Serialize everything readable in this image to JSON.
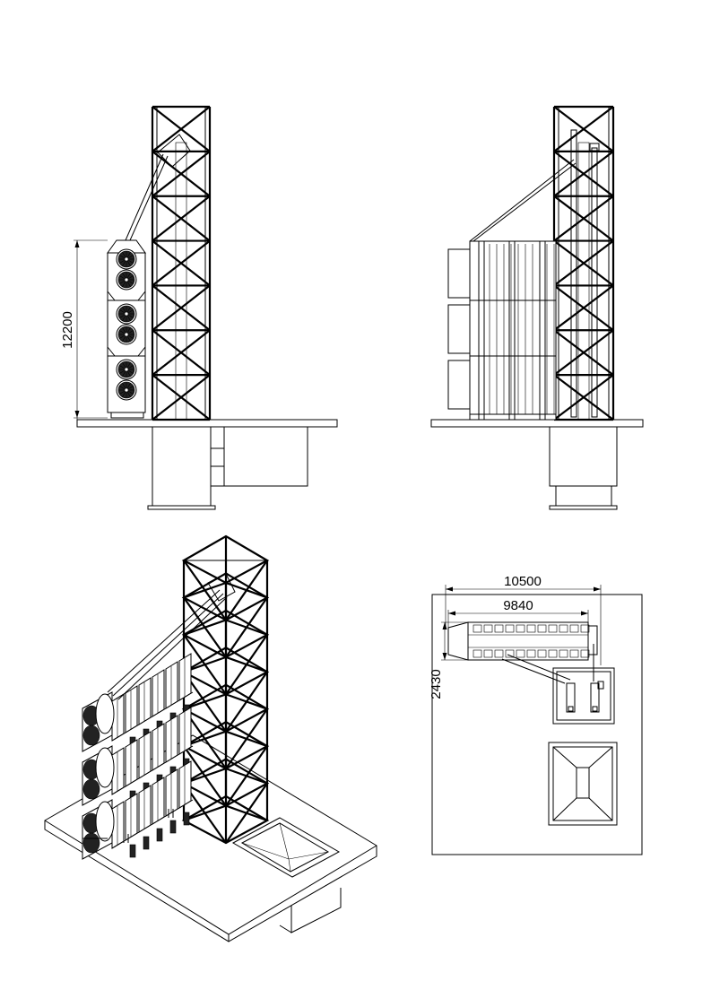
{
  "drawing": {
    "side_view": {
      "height_dimension": "12200"
    },
    "plan_view": {
      "overall_length_dimension": "10500",
      "inner_length_dimension": "9840",
      "width_dimension": "2430"
    }
  }
}
